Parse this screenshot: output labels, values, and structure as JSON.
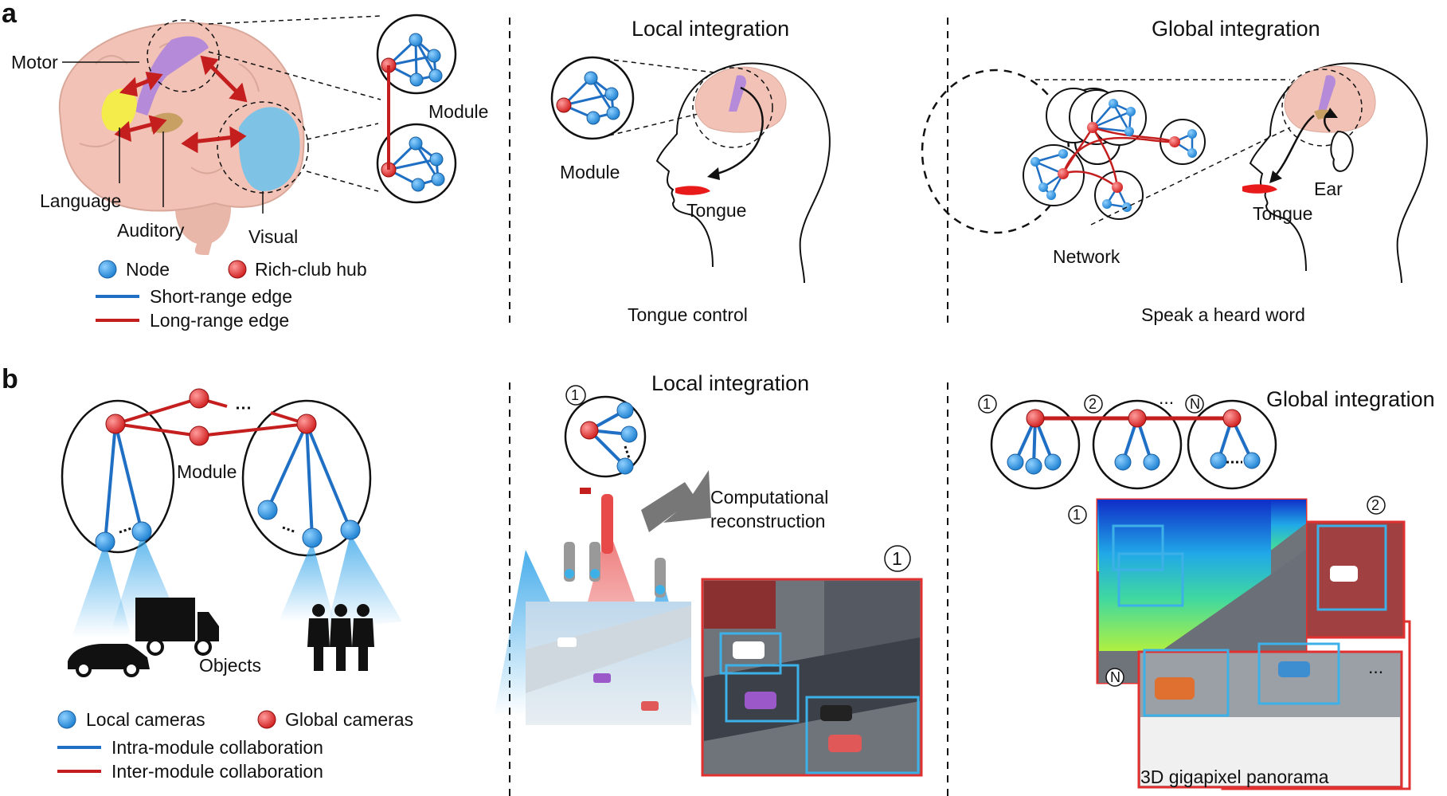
{
  "panels": {
    "a": {
      "label": "a",
      "brain_labels": {
        "motor": "Motor",
        "language": "Language",
        "auditory": "Auditory",
        "visual": "Visual",
        "module": "Module"
      },
      "legend": {
        "node": "Node",
        "hub": "Rich-club hub",
        "short_edge": "Short-range edge",
        "long_edge": "Long-range edge"
      },
      "local": {
        "title": "Local integration",
        "module": "Module",
        "tongue": "Tongue",
        "caption": "Tongue control"
      },
      "global": {
        "title": "Global integration",
        "network": "Network",
        "ear": "Ear",
        "tongue": "Tongue",
        "caption": "Speak a heard word"
      }
    },
    "b": {
      "label": "b",
      "module": "Module",
      "objects": "Objects",
      "legend": {
        "local_cameras": "Local cameras",
        "global_cameras": "Global cameras",
        "intra": "Intra-module collaboration",
        "inter": "Inter-module collaboration"
      },
      "local": {
        "title": "Local integration",
        "num1": "1",
        "recon1": "Computational",
        "recon2": "reconstruction",
        "num_img": "1"
      },
      "global": {
        "title": "Global integration",
        "num1": "1",
        "num2": "2",
        "numN": "N",
        "dots": "...",
        "pano_num1": "1",
        "pano_num2": "2",
        "pano_numN": "N",
        "pano_dots": "...",
        "caption": "3D gigapixel panorama"
      }
    }
  },
  "colors": {
    "node": "#2b8fd6",
    "hub": "#e12a2a",
    "short_edge": "#1f6fc4",
    "long_edge": "#c41e1e",
    "brain": "#f2c2b6",
    "motor": "#b58ad8",
    "language": "#f3ec4a",
    "auditory": "#c9a064",
    "visual": "#7ec3e6",
    "frame_red": "#e03030",
    "frame_blue": "#3db0e8"
  },
  "icons": [
    "node-icon",
    "hub-icon",
    "car-icon",
    "truck-icon",
    "people-icon",
    "camera-icon",
    "arrow-icon"
  ]
}
